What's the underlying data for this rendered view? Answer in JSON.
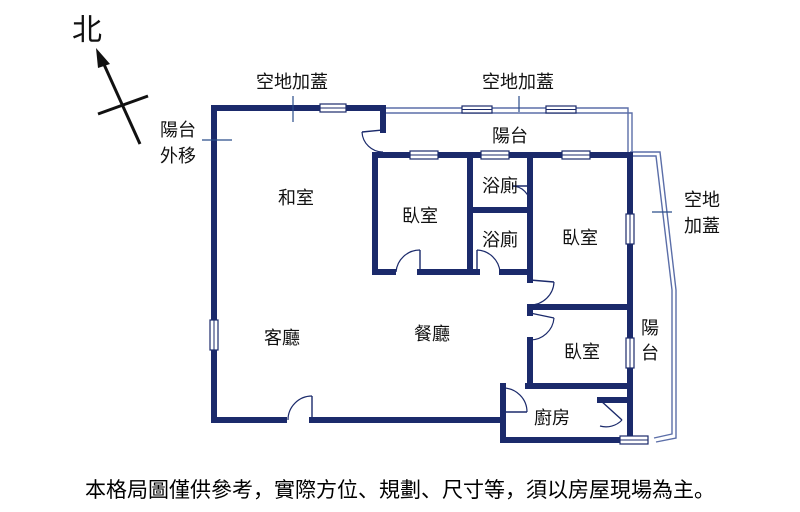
{
  "north": {
    "label": "北"
  },
  "labels": {
    "extension_top_left": "空地加蓋",
    "extension_top_right": "空地加蓋",
    "extension_right_line1": "空地",
    "extension_right_line2": "加蓋",
    "balcony_moved_line1": "陽台",
    "balcony_moved_line2": "外移",
    "balcony_top": "陽台",
    "balcony_right_line1": "陽",
    "balcony_right_line2": "台",
    "japanese_room": "和室",
    "bedroom_1": "臥室",
    "bathroom_1": "浴廁",
    "bathroom_2": "浴廁",
    "bedroom_2": "臥室",
    "living_room": "客廳",
    "dining_room": "餐廳",
    "bedroom_3": "臥室",
    "kitchen": "廚房"
  },
  "disclaimer": "本格局圖僅供參考，實際方位、規劃、尺寸等，須以房屋現場為主。",
  "colors": {
    "wall": "#1b2a6b",
    "outline": "#5b6ea8",
    "text": "#111111"
  }
}
